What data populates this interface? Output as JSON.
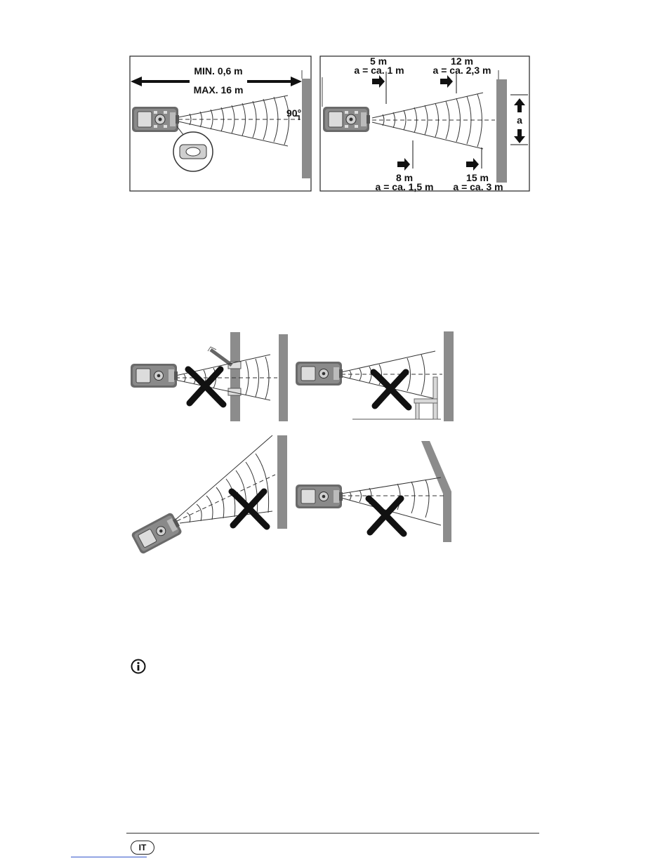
{
  "figure1": {
    "min_label": "MIN. 0,6 m",
    "max_label": "MAX. 16 m",
    "angle_label": "90°"
  },
  "figure2": {
    "markers": [
      {
        "distance": "5 m",
        "spot": "a = ca. 1 m"
      },
      {
        "distance": "12 m",
        "spot": "a = ca. 2,3 m"
      },
      {
        "distance": "8 m",
        "spot": "a = ca. 1,5 m"
      },
      {
        "distance": "15 m",
        "spot": "a = ca. 3 m"
      }
    ],
    "a_label": "a"
  },
  "footer": {
    "language_badge": "IT"
  },
  "icons": {
    "info": "info-circle-icon",
    "wrong": "cross-mark-icon"
  }
}
